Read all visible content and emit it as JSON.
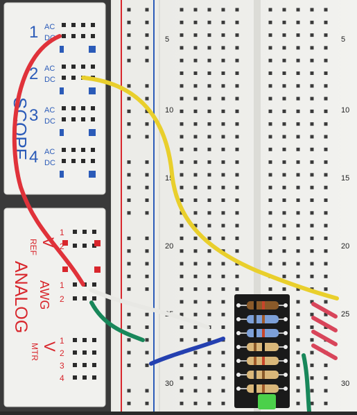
{
  "scope_panel": {
    "label": "SCOPE",
    "channels": [
      {
        "number": "1",
        "ac": "AC",
        "dc": "DC"
      },
      {
        "number": "2",
        "ac": "AC",
        "dc": "DC"
      },
      {
        "number": "3",
        "ac": "AC",
        "dc": "DC"
      },
      {
        "number": "4",
        "ac": "AC",
        "dc": "DC"
      }
    ]
  },
  "analog_panel": {
    "label": "ANALOG",
    "vref_main": "V",
    "vref_sub": "REF",
    "vref_pins": [
      "1",
      "2"
    ],
    "awg": "AWG",
    "awg_pins": [
      "1",
      "2"
    ],
    "vmtr_main": "V",
    "vmtr_sub": "MTR",
    "vmtr_pins": [
      "1",
      "2",
      "3",
      "4"
    ]
  },
  "breadboard": {
    "left_row_labels": [
      "5",
      "10",
      "15",
      "20",
      "25",
      "30"
    ],
    "right_row_labels": [
      "5",
      "10",
      "15",
      "20",
      "25",
      "30"
    ]
  },
  "colors": {
    "scope_text": "#2b5bb8",
    "analog_text": "#d8262c",
    "wire_red": "#e0323a",
    "wire_yellow": "#e9cf2c",
    "wire_white": "#e8e8e4",
    "wire_green": "#18875a",
    "wire_blue": "#2440b0",
    "board": "#eeeeeb"
  }
}
